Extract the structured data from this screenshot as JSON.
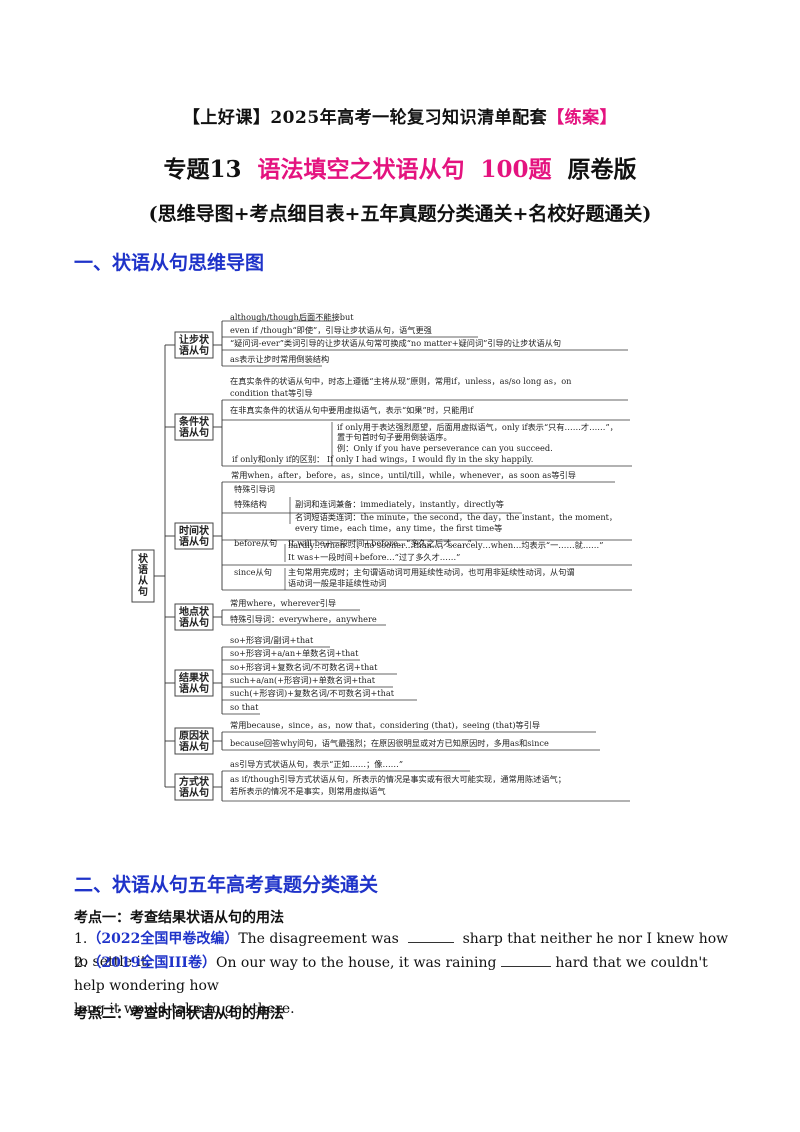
{
  "header": {
    "line1_prefix": "【上好课】2025年高考一轮复习知识清单配套",
    "line1_tag": "【练案】",
    "line2_a": "专题13",
    "line2_b": "语法填空之状语从句",
    "line2_c": "100题",
    "line2_d": "原卷版",
    "line3": "(思维导图+考点细目表+五年真题分类通关+名校好题通关)"
  },
  "section1_title": "一、状语从句思维导图",
  "mindmap": {
    "root": "状语从句",
    "nodes": [
      {
        "label": "让步状语从句",
        "lines": [
          "although/though后面不能接but",
          "even if /though“即使”，引导让步状语从句，语气更强",
          "“疑问词-ever”类词引导的让步状语从句常可换成“no matter+疑问词”引导的让步状语从句",
          "as表示让步时常用倒装结构"
        ]
      },
      {
        "label": "条件状语从句",
        "lines": [
          "在真实条件的状语从句中，时态上遵循“主将从现”原则，常用if，unless，as/so long as，on",
          "condition that等引导",
          "在非真实条件的状语从句中要用虚拟语气，表示“如果”时，只能用if",
          "if only用于表达强烈愿望，后面用虚拟语气，only if表示“只有……才……”，",
          "置于句首时句子要用倒装语序。",
          "例：Only if you have perseverance can you succeed.",
          "if only和only if的区别：   If only I had wings，I would fly in the sky happily."
        ]
      },
      {
        "label": "时间状语从句",
        "lines": [
          "常用when，after，before，as，since，until/till，while，whenever，as soon as等引导",
          "特殊引导词",
          "副词和连词兼备：immediately，instantly，directly等",
          "名词短语类连词：the minute，the second，the day，the instant，the moment，",
          "every time，each time，any time，the first time等",
          "特殊结构",
          "hardly…when …，no sooner…than…，scarcely…when…均表示“一……就……”",
          "before从句",
          "It will be+一段时间+before…“多久之后才……”",
          "It was+一段时间+before…“过了多久才……”",
          "since从句",
          "主句常用完成时；主句谓语动词可用延续性动词，也可用非延续性动词，从句谓",
          "语动词一般是非延续性动词"
        ]
      },
      {
        "label": "地点状语从句",
        "lines": [
          "常用where，wherever引导",
          "特殊引导词：everywhere，anywhere"
        ]
      },
      {
        "label": "结果状语从句",
        "lines": [
          "so+形容词/副词+that",
          "so+形容词+a/an+单数名词+that",
          "so+形容词+复数名词/不可数名词+that",
          "such+a/an(+形容词)+单数名词+that",
          "such(+形容词)+复数名词/不可数名词+that",
          "so that"
        ]
      },
      {
        "label": "原因状语从句",
        "lines": [
          "常用because，since，as，now that，considering (that)，seeing (that)等引导",
          "because回答why问句，语气最强烈；在原因很明显或对方已知原因时，多用as和since"
        ]
      },
      {
        "label": "方式状语从句",
        "lines": [
          "as引导方式状语从句，表示“正如……；像……”",
          "as if/though引导方式状语从句，所表示的情况是事实或有很大可能实现，通常用陈述语气；",
          "若所表示的情况不是事实，则常用虚拟语气"
        ]
      }
    ]
  },
  "section2_title": "二、状语从句五年高考真题分类通关",
  "kaodian1": "考点一：考查结果状语从句的用法",
  "q1": {
    "num": "1.",
    "src": "（2022全国甲卷改编）",
    "a": "The disagreement was",
    "b": "sharp that neither he nor I knew  how  to settle it."
  },
  "q2": {
    "num": "2.",
    "src": "（2019全国III卷）",
    "a": "On our way to the house, it was raining",
    "b": "hard that we couldn't help wondering how",
    "c": "long it would take to get there."
  },
  "kaodian2": "考点二：考查时间状语从句的用法"
}
